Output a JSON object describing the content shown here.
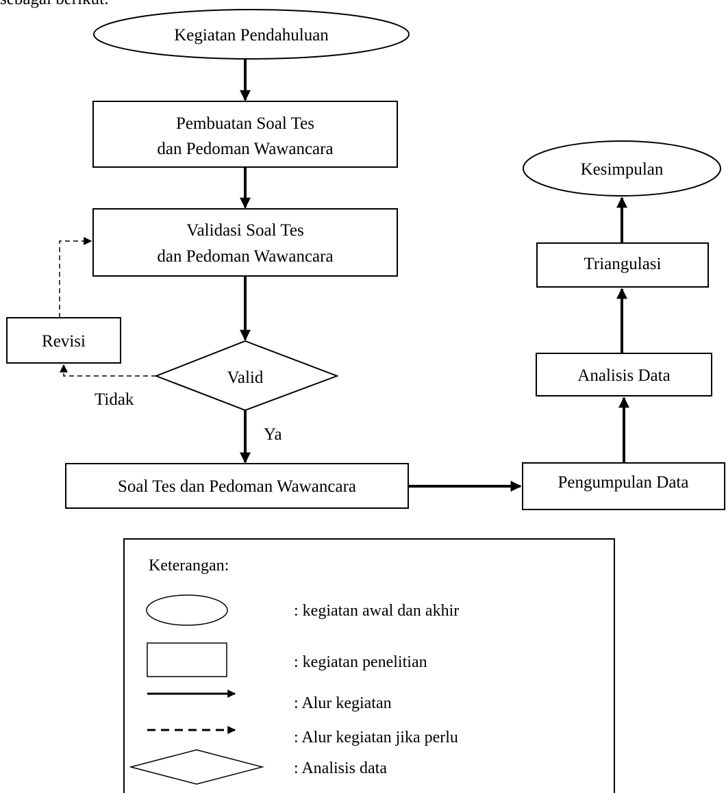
{
  "page": {
    "top_fragment": "sebagai berikut:"
  },
  "nodes": {
    "start": "Kegiatan Pendahuluan",
    "pembuatan": [
      "Pembuatan Soal Tes",
      "dan Pedoman Wawancara"
    ],
    "validasi": [
      "Validasi Soal Tes",
      "dan Pedoman Wawancara"
    ],
    "revisi": "Revisi",
    "valid": "Valid",
    "soal": "Soal Tes dan Pedoman Wawancara",
    "pengumpulan": "Pengumpulan Data",
    "analisis": "Analisis Data",
    "triangulasi": "Triangulasi",
    "end": "Kesimpulan"
  },
  "edge_labels": {
    "tidak": "Tidak",
    "ya": "Ya"
  },
  "legend": {
    "title": "Keterangan:",
    "items": [
      {
        "shape": "ellipse",
        "label": ": kegiatan awal dan akhir"
      },
      {
        "shape": "rect",
        "label": ": kegiatan penelitian"
      },
      {
        "shape": "solid-arrow",
        "label": ": Alur kegiatan"
      },
      {
        "shape": "dashed-arrow",
        "label": ": Alur kegiatan jika perlu"
      },
      {
        "shape": "diamond",
        "label": ": Analisis data"
      }
    ]
  }
}
